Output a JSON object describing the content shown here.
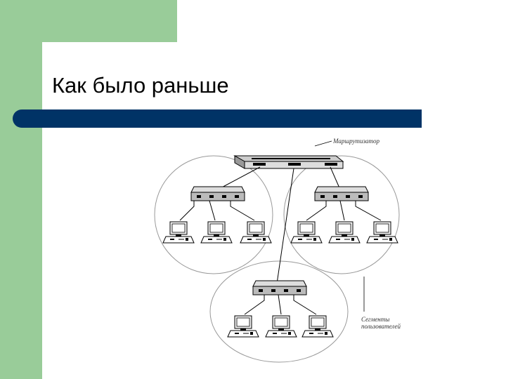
{
  "slide": {
    "title": "Как было раньше",
    "colors": {
      "sidebar": "#99cc99",
      "rule_bar": "#003366",
      "background": "#ffffff"
    }
  },
  "diagram": {
    "router_label": "Маршрутизатор",
    "segments_label_line1": "Сегменты",
    "segments_label_line2": "пользователей",
    "segments": [
      {
        "name": "segment-left",
        "hub": "hub-icon",
        "computers": [
          "computer-icon",
          "computer-icon",
          "computer-icon"
        ]
      },
      {
        "name": "segment-right",
        "hub": "hub-icon",
        "computers": [
          "computer-icon",
          "computer-icon",
          "computer-icon"
        ]
      },
      {
        "name": "segment-bottom",
        "hub": "hub-icon",
        "computers": [
          "computer-icon",
          "computer-icon",
          "computer-icon"
        ]
      }
    ]
  }
}
